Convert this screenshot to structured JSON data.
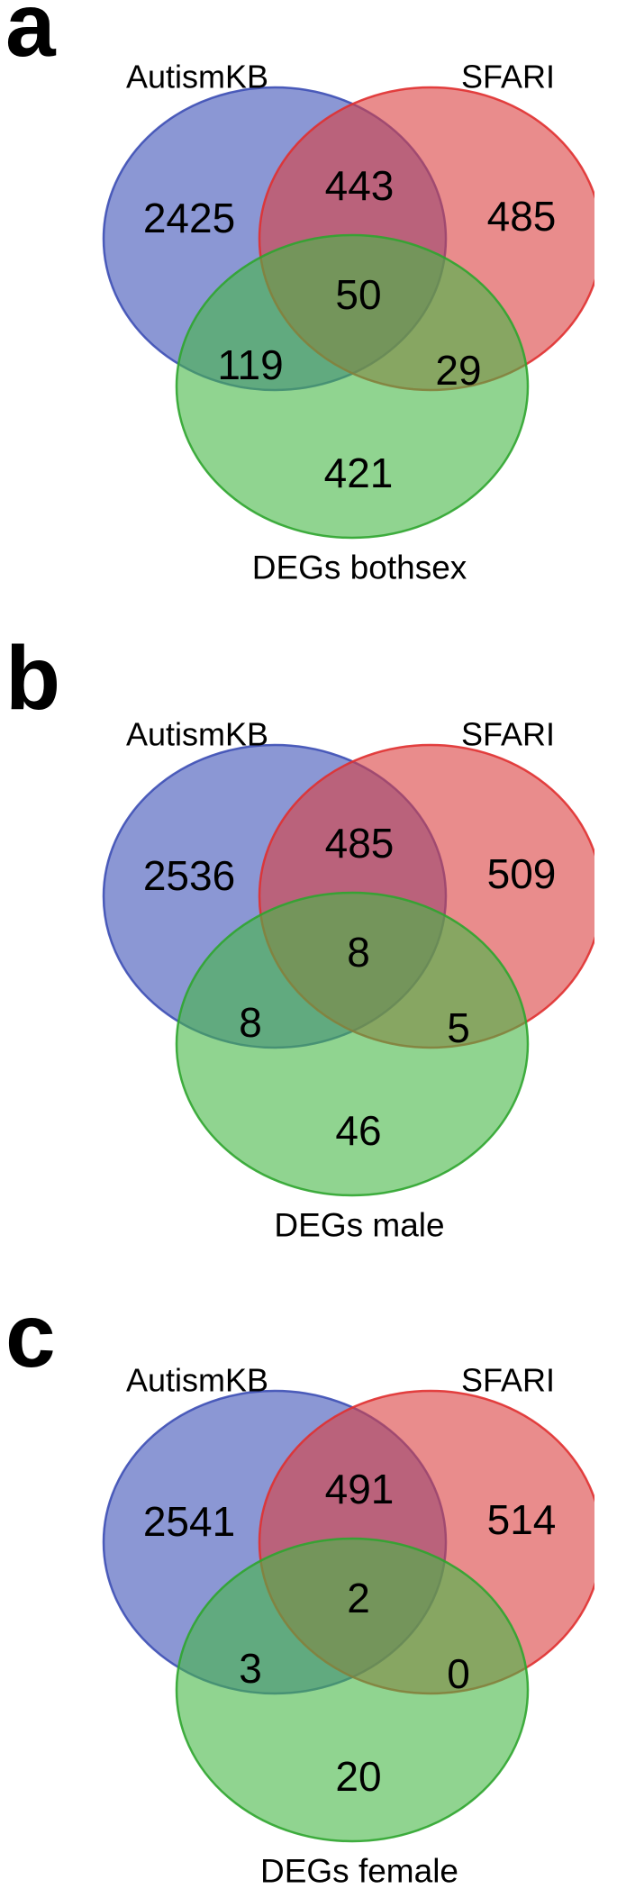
{
  "figure": {
    "colors": {
      "blue_fill": "#3E52B7",
      "blue_stroke": "#3D4FB5",
      "red_fill": "#DA3F3F",
      "red_stroke": "#E03030",
      "green_fill": "#46B746",
      "green_stroke": "#2FA52F",
      "text": "#000000"
    },
    "panels": [
      {
        "letter": "a",
        "set_labels": {
          "left": "AutismKB",
          "right": "SFARI",
          "bottom": "DEGs bothsex"
        },
        "counts": {
          "autismkb_only": "2425",
          "autismkb_sfari": "443",
          "sfari_only": "485",
          "all_three": "50",
          "autismkb_degs": "119",
          "sfari_degs": "29",
          "degs_only": "421"
        }
      },
      {
        "letter": "b",
        "set_labels": {
          "left": "AutismKB",
          "right": "SFARI",
          "bottom": "DEGs male"
        },
        "counts": {
          "autismkb_only": "2536",
          "autismkb_sfari": "485",
          "sfari_only": "509",
          "all_three": "8",
          "autismkb_degs": "8",
          "sfari_degs": "5",
          "degs_only": "46"
        }
      },
      {
        "letter": "c",
        "set_labels": {
          "left": "AutismKB",
          "right": "SFARI",
          "bottom": "DEGs female"
        },
        "counts": {
          "autismkb_only": "2541",
          "autismkb_sfari": "491",
          "sfari_only": "514",
          "all_three": "2",
          "autismkb_degs": "3",
          "sfari_degs": "0",
          "degs_only": "20"
        }
      }
    ]
  },
  "chart_data": [
    {
      "type": "venn",
      "panel": "a",
      "sets": [
        "AutismKB",
        "SFARI",
        "DEGs bothsex"
      ],
      "region_counts": {
        "AutismKB_only": 2425,
        "SFARI_only": 485,
        "DEGs_bothsex_only": 421,
        "AutismKB_and_SFARI": 443,
        "AutismKB_and_DEGs_bothsex": 119,
        "SFARI_and_DEGs_bothsex": 29,
        "AutismKB_and_SFARI_and_DEGs_bothsex": 50
      }
    },
    {
      "type": "venn",
      "panel": "b",
      "sets": [
        "AutismKB",
        "SFARI",
        "DEGs male"
      ],
      "region_counts": {
        "AutismKB_only": 2536,
        "SFARI_only": 509,
        "DEGs_male_only": 46,
        "AutismKB_and_SFARI": 485,
        "AutismKB_and_DEGs_male": 8,
        "SFARI_and_DEGs_male": 5,
        "AutismKB_and_SFARI_and_DEGs_male": 8
      }
    },
    {
      "type": "venn",
      "panel": "c",
      "sets": [
        "AutismKB",
        "SFARI",
        "DEGs female"
      ],
      "region_counts": {
        "AutismKB_only": 2541,
        "SFARI_only": 514,
        "DEGs_female_only": 20,
        "AutismKB_and_SFARI": 491,
        "AutismKB_and_DEGs_female": 3,
        "SFARI_and_DEGs_female": 0,
        "AutismKB_and_SFARI_and_DEGs_female": 2
      }
    }
  ]
}
